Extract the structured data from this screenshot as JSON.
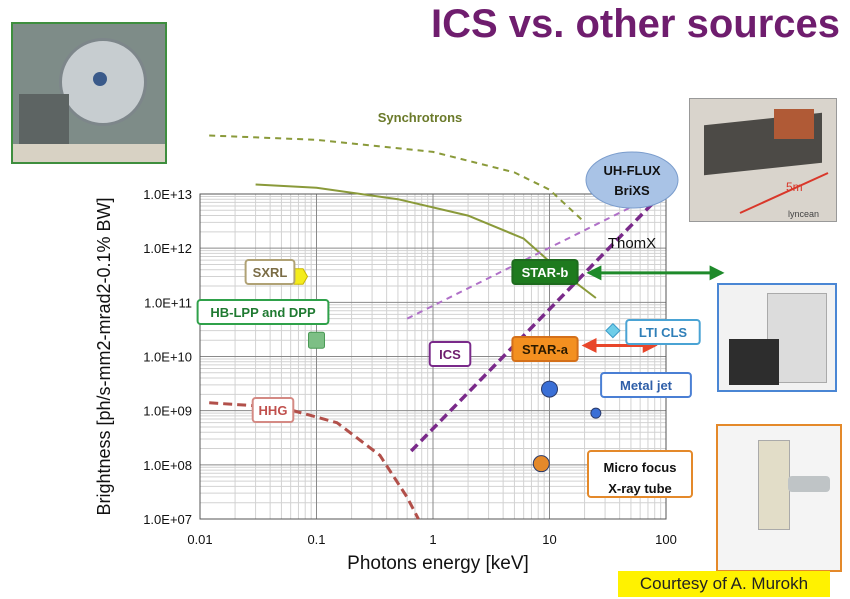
{
  "slide": {
    "title": "ICS vs. other sources",
    "courtesy": "Courtesy of A. Murokh",
    "photo_label_5m": "5m",
    "photo_label_lyncean": "lyncean"
  },
  "colors": {
    "title": "#6f1d6e",
    "synchrotron": "#8a9a3a",
    "ics": "#6f2a8a",
    "hhg": "#b2504a",
    "star": "#e8462a",
    "courtesy_bg": "#fff200"
  },
  "chart_data": {
    "type": "scatter",
    "title": "",
    "xlabel": "Photons energy [keV]",
    "ylabel": "Brightness [ph/s-mm2-mrad2-0.1% BW]",
    "xscale": "log",
    "yscale": "log",
    "xlim": [
      0.01,
      100
    ],
    "ylim": [
      10000000.0,
      10000000000000.0
    ],
    "grid": true,
    "x_ticks": [
      {
        "v": 0.01,
        "label": "0.01"
      },
      {
        "v": 0.1,
        "label": "0.1"
      },
      {
        "v": 1,
        "label": "1"
      },
      {
        "v": 10,
        "label": "10"
      },
      {
        "v": 100,
        "label": "100"
      }
    ],
    "y_ticks": [
      {
        "v": 10000000.0,
        "label": "1.0E+07"
      },
      {
        "v": 100000000.0,
        "label": "1.0E+08"
      },
      {
        "v": 1000000000.0,
        "label": "1.0E+09"
      },
      {
        "v": 10000000000.0,
        "label": "1.0E+10"
      },
      {
        "v": 100000000000.0,
        "label": "1.0E+11"
      },
      {
        "v": 1000000000000.0,
        "label": "1.0E+12"
      },
      {
        "v": 10000000000000.0,
        "label": "1.0E+13"
      }
    ],
    "points": [
      {
        "name": "SXRL",
        "x": 0.07,
        "y": 300000000000.0,
        "marker": "hexagon",
        "color": "#f4ec1c"
      },
      {
        "name": "HB-LPP and DPP",
        "x": 0.1,
        "y": 20000000000.0,
        "marker": "square",
        "color": "#7dbf85"
      },
      {
        "name": "Metal jet (large)",
        "x": 10,
        "y": 2500000000.0,
        "marker": "circle",
        "color": "#3a6fd6"
      },
      {
        "name": "Metal jet (small)",
        "x": 25,
        "y": 900000000.0,
        "marker": "circle",
        "color": "#3a6fd6"
      },
      {
        "name": "Micro focus X-ray tube",
        "x": 8.5,
        "y": 105000000.0,
        "marker": "circle",
        "color": "#e4892a"
      },
      {
        "name": "LTI CLS",
        "x": 35,
        "y": 30000000000.0,
        "marker": "diamond",
        "color": "#6fcde8"
      }
    ],
    "labels": [
      {
        "text": "SXRL",
        "style": "box",
        "stroke": "#b0a275",
        "fill": "#ffffff",
        "color": "#7a6c45"
      },
      {
        "text": "HB-LPP and DPP",
        "style": "box",
        "stroke": "#2fa14a",
        "fill": "#ffffff",
        "color": "#1f7a31"
      },
      {
        "text": "HHG",
        "style": "box",
        "stroke": "#d48a84",
        "fill": "#ffffff",
        "color": "#c0504d"
      },
      {
        "text": "ICS",
        "style": "box",
        "stroke": "#7a2a8a",
        "fill": "#ffffff",
        "color": "#6f1d6e"
      },
      {
        "text": "STAR-b",
        "style": "filled",
        "stroke": "#1e6b1e",
        "fill": "#1e7a1e",
        "color": "#ffffff"
      },
      {
        "text": "STAR-a",
        "style": "filled",
        "stroke": "#d4701a",
        "fill": "#f39020",
        "color": "#2a1a00"
      },
      {
        "text": "LTI CLS",
        "style": "box",
        "stroke": "#4aa3d4",
        "fill": "#ffffff",
        "color": "#2f7fb8"
      },
      {
        "text": "Metal jet",
        "style": "box",
        "stroke": "#4a7fd4",
        "fill": "#ffffff",
        "color": "#2f5fa8"
      },
      {
        "text": "Micro focus",
        "style": "box",
        "stroke": "#e4892a",
        "fill": "#ffffff",
        "color": "#111111"
      },
      {
        "text": "X-ray tube",
        "style": "plain",
        "color": "#111111"
      },
      {
        "text": "Synchrotrons",
        "style": "plain",
        "color": "#6b7a2a"
      },
      {
        "text": "ThomX",
        "style": "plain",
        "color": "#111111"
      },
      {
        "text": "UH-FLUX",
        "style": "ellipse",
        "color": "#111111"
      },
      {
        "text": "BriXS",
        "style": "plain",
        "color": "#111111"
      }
    ],
    "ranges": [
      {
        "name": "STAR-b",
        "x": [
          22,
          300
        ],
        "y": 350000000000.0,
        "color": "#1e8a2a"
      },
      {
        "name": "STAR-a",
        "x": [
          20,
          80
        ],
        "y": 16000000000.0,
        "color": "#e8462a"
      }
    ],
    "curves": [
      {
        "name": "Synchrotrons (dashed)",
        "dash": true,
        "color": "#8a9a3a",
        "points": [
          [
            0.012,
            120000000000000.0
          ],
          [
            0.1,
            100000000000000.0
          ],
          [
            1,
            60000000000000.0
          ],
          [
            5,
            25000000000000.0
          ],
          [
            10,
            12000000000000.0
          ],
          [
            20,
            3000000000000.0
          ]
        ]
      },
      {
        "name": "Synchrotrons",
        "dash": false,
        "color": "#8a9a3a",
        "points": [
          [
            0.03,
            15000000000000.0
          ],
          [
            0.1,
            13000000000000.0
          ],
          [
            0.5,
            8000000000000.0
          ],
          [
            2,
            4000000000000.0
          ],
          [
            6,
            1500000000000.0
          ],
          [
            12,
            400000000000.0
          ],
          [
            25,
            120000000000.0
          ]
        ]
      },
      {
        "name": "ICS (thin)",
        "dash": true,
        "color": "#b070c8",
        "width": 2,
        "points": [
          [
            0.6,
            50000000000.0
          ],
          [
            100,
            12000000000000.0
          ]
        ]
      },
      {
        "name": "ICS (thick)",
        "dash": true,
        "color": "#7a2a8a",
        "width": 3.5,
        "points": [
          [
            0.65,
            180000000.0
          ],
          [
            100,
            12000000000000.0
          ]
        ]
      },
      {
        "name": "HHG",
        "dash": true,
        "color": "#b2504a",
        "width": 3,
        "points": [
          [
            0.012,
            1400000000.0
          ],
          [
            0.05,
            1150000000.0
          ],
          [
            0.15,
            600000000.0
          ],
          [
            0.35,
            150000000.0
          ],
          [
            0.6,
            25000000.0
          ],
          [
            0.75,
            10000000.0
          ]
        ]
      }
    ]
  }
}
